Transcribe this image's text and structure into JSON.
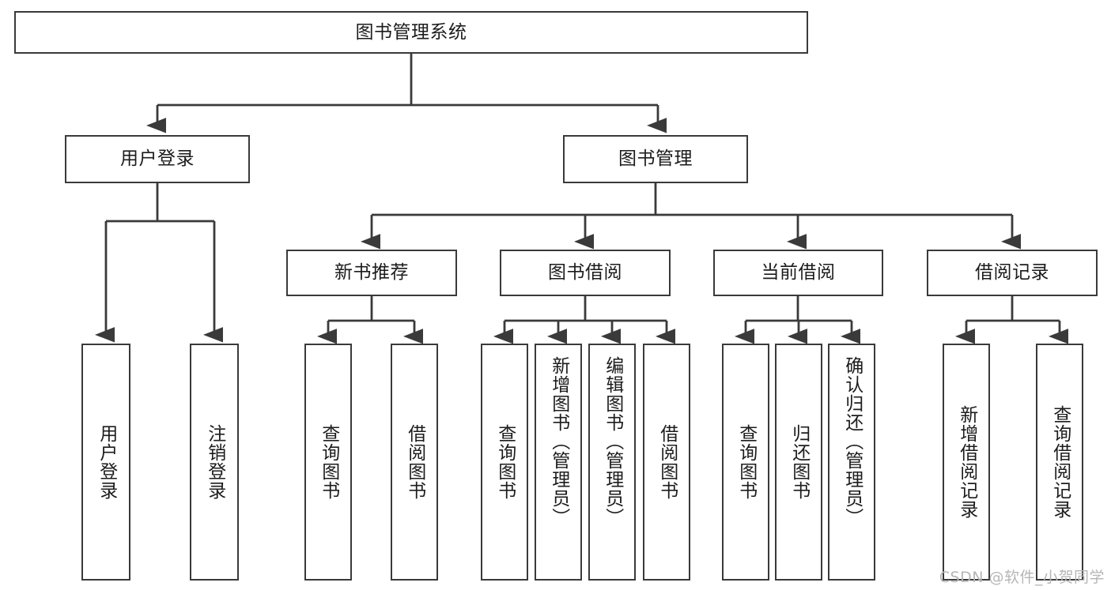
{
  "diagram": {
    "title": "图书管理系统",
    "root": {
      "id": "root",
      "label": "图书管理系统",
      "orientation": "horizontal"
    },
    "level2": [
      {
        "id": "user-login",
        "label": "用户登录",
        "orientation": "horizontal"
      },
      {
        "id": "book-management",
        "label": "图书管理",
        "orientation": "horizontal"
      }
    ],
    "level3": [
      {
        "id": "new-book-recommend",
        "label": "新书推荐",
        "orientation": "horizontal",
        "parent": "book-management"
      },
      {
        "id": "book-borrow",
        "label": "图书借阅",
        "orientation": "horizontal",
        "parent": "book-management"
      },
      {
        "id": "current-borrow",
        "label": "当前借阅",
        "orientation": "horizontal",
        "parent": "book-management"
      },
      {
        "id": "borrow-record",
        "label": "借阅记录",
        "orientation": "horizontal",
        "parent": "book-management"
      }
    ],
    "leaves": [
      {
        "id": "leaf-user-login",
        "label": "用户登录",
        "orientation": "vertical",
        "parent": "user-login"
      },
      {
        "id": "leaf-user-logout",
        "label": "注销登录",
        "orientation": "vertical",
        "parent": "user-login"
      },
      {
        "id": "leaf-query-book-1",
        "label": "查询图书",
        "orientation": "vertical",
        "parent": "new-book-recommend"
      },
      {
        "id": "leaf-borrow-book-1",
        "label": "借阅图书",
        "orientation": "vertical",
        "parent": "new-book-recommend"
      },
      {
        "id": "leaf-query-book-2",
        "label": "查询图书",
        "orientation": "vertical",
        "parent": "book-borrow"
      },
      {
        "id": "leaf-add-book",
        "label": "新增图书（管理员）",
        "orientation": "vertical",
        "parent": "book-borrow"
      },
      {
        "id": "leaf-edit-book",
        "label": "编辑图书（管理员）",
        "orientation": "vertical",
        "parent": "book-borrow"
      },
      {
        "id": "leaf-borrow-book-2",
        "label": "借阅图书",
        "orientation": "vertical",
        "parent": "book-borrow"
      },
      {
        "id": "leaf-query-book-3",
        "label": "查询图书",
        "orientation": "vertical",
        "parent": "current-borrow"
      },
      {
        "id": "leaf-return-book",
        "label": "归还图书",
        "orientation": "vertical",
        "parent": "current-borrow"
      },
      {
        "id": "leaf-confirm-return",
        "label": "确认归还（管理员）",
        "orientation": "vertical",
        "parent": "current-borrow"
      },
      {
        "id": "leaf-add-record",
        "label": "新增借阅记录",
        "orientation": "vertical",
        "parent": "borrow-record"
      },
      {
        "id": "leaf-query-record",
        "label": "查询借阅记录",
        "orientation": "vertical",
        "parent": "borrow-record"
      }
    ]
  },
  "watermark": {
    "text": "CSDN @软件_小贺同学"
  },
  "colors": {
    "stroke": "#3a3a3a",
    "text": "#1c1c1c",
    "background": "#ffffff",
    "watermark": "#b6b6b6"
  }
}
